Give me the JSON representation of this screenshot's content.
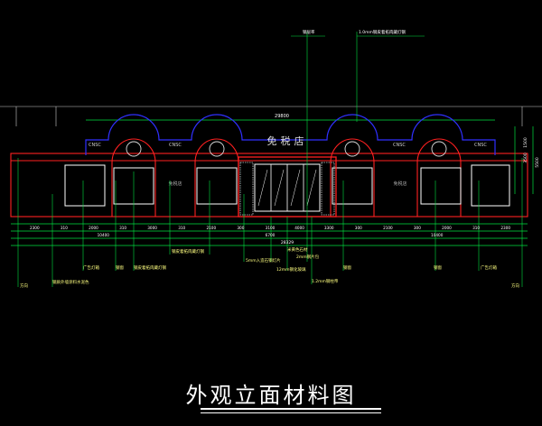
{
  "title": "外观立面材料图",
  "colors": {
    "background": "#000000",
    "wall": "#ff2020",
    "arch": "#3030ff",
    "dimension": "#00e040",
    "glass": "#ffffff",
    "annotation": "#ffff40",
    "leader": "#00e0ff"
  },
  "facade": {
    "sign_text": "免税店",
    "plaque_label": "CNSC",
    "window_text": "免税店"
  },
  "top_callouts": {
    "left": "钢层率",
    "right": "1.0mm钢皮着拓肉藏灯钢"
  },
  "dimensions": {
    "overall_top": "29800",
    "right_heights": [
      "1500",
      "3500",
      "5500"
    ],
    "row1": [
      "2300",
      "310",
      "2000",
      "310",
      "3000",
      "310",
      "2100",
      "300",
      "3100",
      "4000",
      "3300",
      "300",
      "2100",
      "300",
      "2000",
      "310",
      "2300"
    ],
    "row2": [
      "10400",
      "6700",
      "10400"
    ],
    "center": "28329"
  },
  "callouts": {
    "ad_light_left": "广告灯箱",
    "ad_light_right": "广告灯箱",
    "glass_left": "钢窗",
    "glass_mid": "钢窗",
    "glass_right": "钢窗",
    "steel_skin_left": "钢皮着拓肉藏灯钢",
    "steel_skin_center": "钢皮着拓肉藏灯钢",
    "stone": "米黄色石材",
    "cladding": "2mm钢片包",
    "glass_door_note": "5mm入造石钢灯片",
    "glass_door_note2": "12mm钢化玻璃",
    "pillar": "1.2mm钢柱帝",
    "direction_left": "方向",
    "direction_right": "方向",
    "paint": "钢质外墙涂料水泥色"
  }
}
